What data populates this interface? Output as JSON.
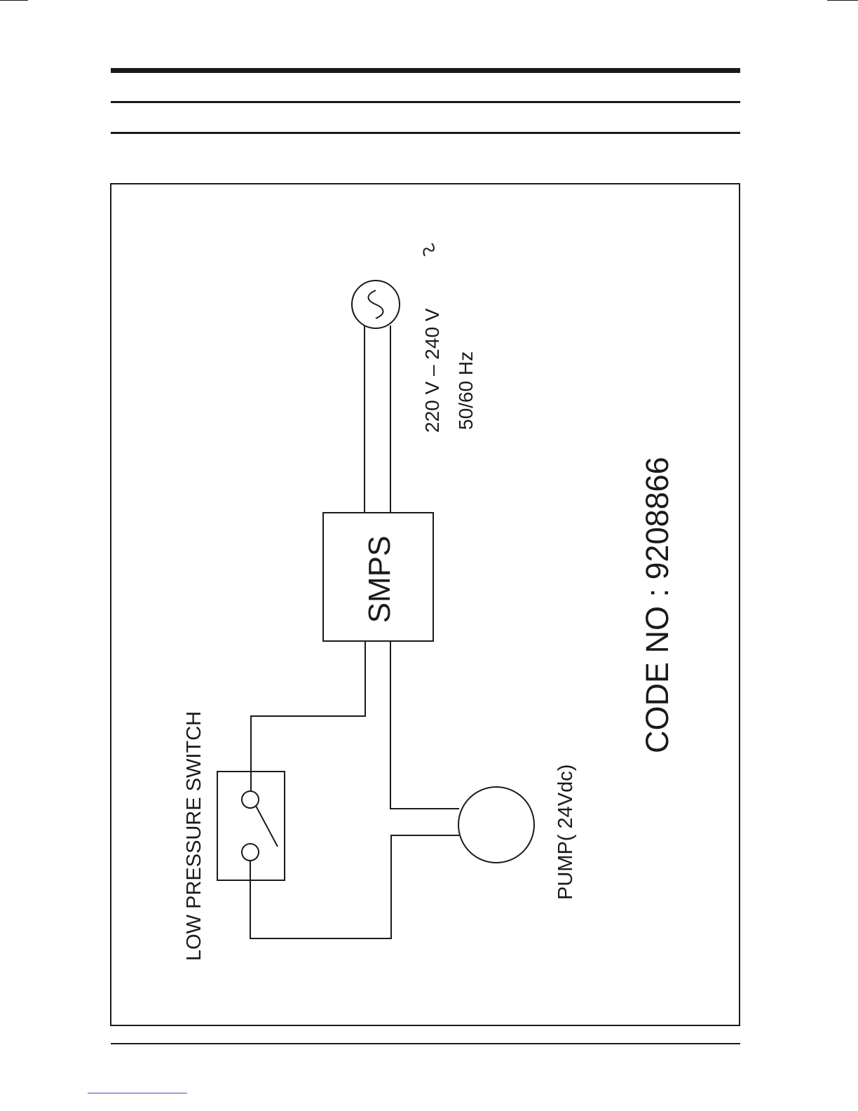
{
  "diagram": {
    "labels": {
      "smps": "SMPS",
      "voltage": "220  V  –  240  V",
      "frequency": "50/60  Hz",
      "low_pressure_switch": "LOW  PRESSURE  SWITCH",
      "pump": "PUMP( 24Vdc)",
      "code_no": "CODE  NO  :  9208866"
    },
    "colors": {
      "ink": "#1a1a1a",
      "link_accent": "#3a55c8"
    },
    "icons": {
      "ac_source": "ac-source-icon",
      "ac_tilde": "tilde-icon"
    }
  }
}
